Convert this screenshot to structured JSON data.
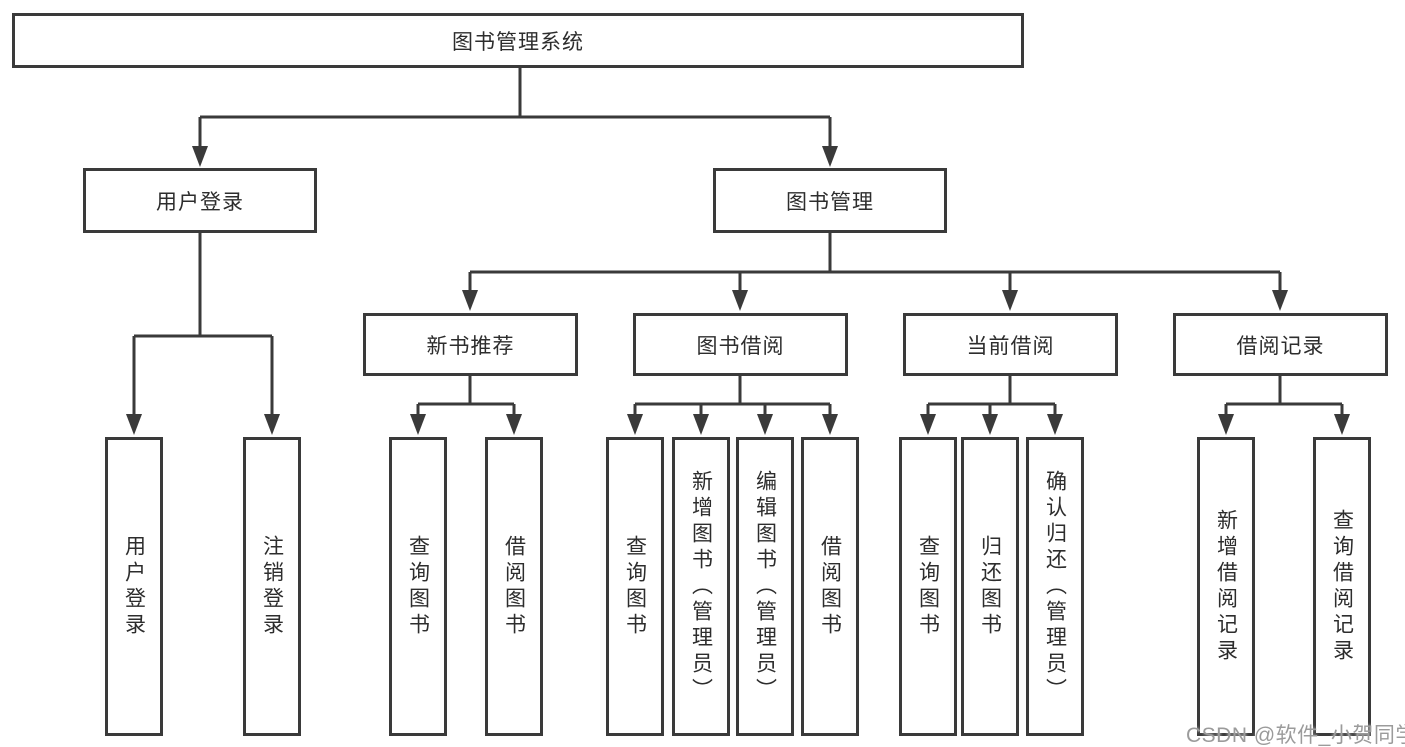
{
  "root": {
    "label": "图书管理系统"
  },
  "branches": [
    {
      "label": "用户登录",
      "leaves": [
        {
          "label": "用户登录"
        },
        {
          "label": "注销登录"
        }
      ]
    },
    {
      "label": "图书管理",
      "children": [
        {
          "label": "新书推荐",
          "leaves": [
            {
              "label": "查询图书"
            },
            {
              "label": "借阅图书"
            }
          ]
        },
        {
          "label": "图书借阅",
          "leaves": [
            {
              "label": "查询图书"
            },
            {
              "label": "新增图书（管理员）"
            },
            {
              "label": "编辑图书（管理员）"
            },
            {
              "label": "借阅图书"
            }
          ]
        },
        {
          "label": "当前借阅",
          "leaves": [
            {
              "label": "查询图书"
            },
            {
              "label": "归还图书"
            },
            {
              "label": "确认归还（管理员）"
            }
          ]
        },
        {
          "label": "借阅记录",
          "leaves": [
            {
              "label": "新增借阅记录"
            },
            {
              "label": "查询借阅记录"
            }
          ]
        }
      ]
    }
  ],
  "watermark": {
    "text": "CSDN @软件_小贺同学"
  },
  "colors": {
    "line": "#3a3a3a",
    "text": "#2d2d2d",
    "background": "#ffffff",
    "watermark": "#9b9b9b"
  }
}
